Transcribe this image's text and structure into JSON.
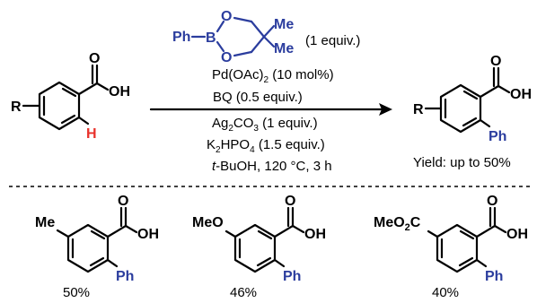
{
  "colors": {
    "black": "#000000",
    "blue": "#2b3d9e",
    "red": "#e8322b"
  },
  "reagent": {
    "ph": "Ph",
    "boron": "B",
    "oxygen": "O",
    "methyl": "Me",
    "equiv": "(1 equiv.)"
  },
  "conditions": {
    "catalyst": {
      "pre": "Pd(OAc)",
      "sub": "2",
      "post": " (10 mol%)"
    },
    "oxidant": "BQ (0.5 equiv.)",
    "silver": {
      "pre": "Ag",
      "sub1": "2",
      "mid": "CO",
      "sub2": "3",
      "post": " (1 equiv.)"
    },
    "base": {
      "pre": "K",
      "sub1": "2",
      "mid": "HPO",
      "sub2": "4",
      "post": " (1.5 equiv.)"
    },
    "solvent": {
      "italic": "t",
      "post": "-BuOH, 120 °C, 3 h"
    }
  },
  "start_material": {
    "r": "R",
    "oh": "OH",
    "o": "O",
    "h": "H"
  },
  "product": {
    "r": "R",
    "oh": "OH",
    "o": "O",
    "ph": "Ph",
    "yield_text": "Yield: up to 50%"
  },
  "examples": [
    {
      "substituent": "Me",
      "oh": "OH",
      "o": "O",
      "ph": "Ph",
      "yield": "50%"
    },
    {
      "substituent": "MeO",
      "oh": "OH",
      "o": "O",
      "ph": "Ph",
      "yield": "46%"
    },
    {
      "substituent_pre": "MeO",
      "substituent_sub": "2",
      "substituent_post": "C",
      "oh": "OH",
      "o": "O",
      "ph": "Ph",
      "yield": "40%"
    }
  ]
}
